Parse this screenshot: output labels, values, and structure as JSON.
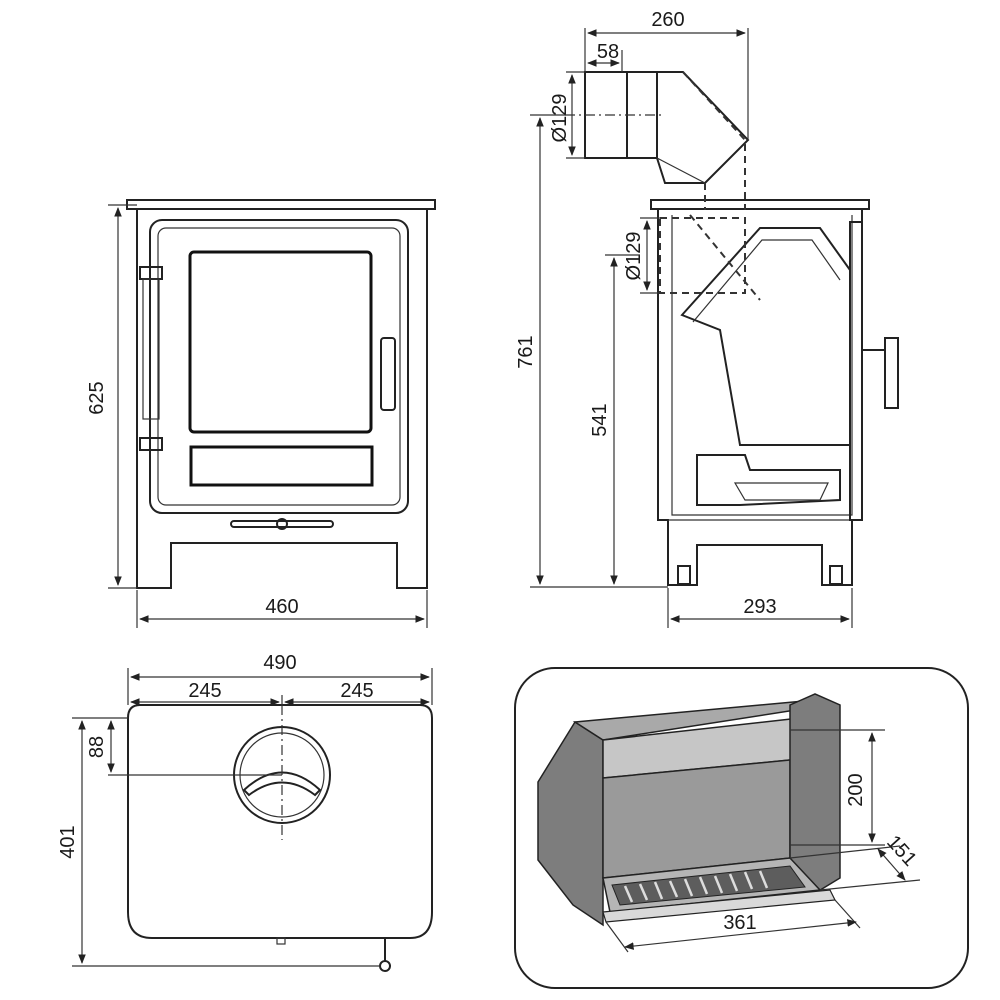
{
  "front_view": {
    "height_label": "625",
    "width_label": "460"
  },
  "side_view": {
    "flue_width_label": "260",
    "flue_offset_label": "58",
    "top_flue_diameter_label": "Ø129",
    "rear_flue_diameter_label": "Ø129",
    "total_height_label": "761",
    "rear_flue_height_label": "541",
    "depth_label": "293"
  },
  "top_view": {
    "total_width_label": "490",
    "left_half_label": "245",
    "right_half_label": "245",
    "flue_offset_label": "88",
    "depth_label": "401"
  },
  "firebox_view": {
    "height_label": "200",
    "depth_label": "151",
    "width_label": "361"
  }
}
